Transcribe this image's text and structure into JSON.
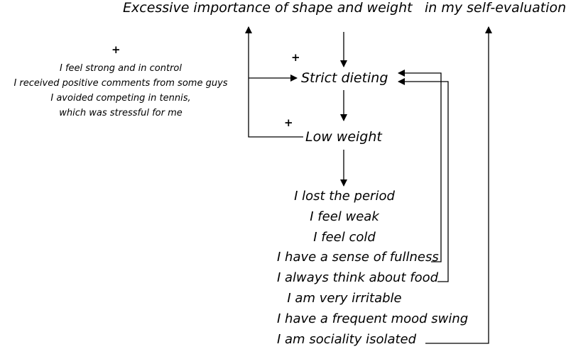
{
  "title": {
    "left": "Excessive importance of shape and weight",
    "right": "in my self-evaluation"
  },
  "nodes": {
    "strict_dieting": "Strict dieting",
    "low_weight": "Low weight"
  },
  "plus_signs": {
    "reinforcers": "+",
    "strict_dieting": "+",
    "low_weight": "+"
  },
  "reinforcers": [
    "I feel strong and in control",
    "I received positive comments from some guys",
    "I avoided competing in tennis,",
    "which was stressful for me"
  ],
  "symptoms": [
    "I lost the period",
    "I feel weak",
    "I feel cold",
    "I have a sense of fullness",
    "I always think about food",
    "I am very irritable",
    "I have a frequent mood swing",
    "I am sociality isolated"
  ],
  "colors": {
    "text": "#000000",
    "line": "#000000",
    "background": "#ffffff"
  }
}
